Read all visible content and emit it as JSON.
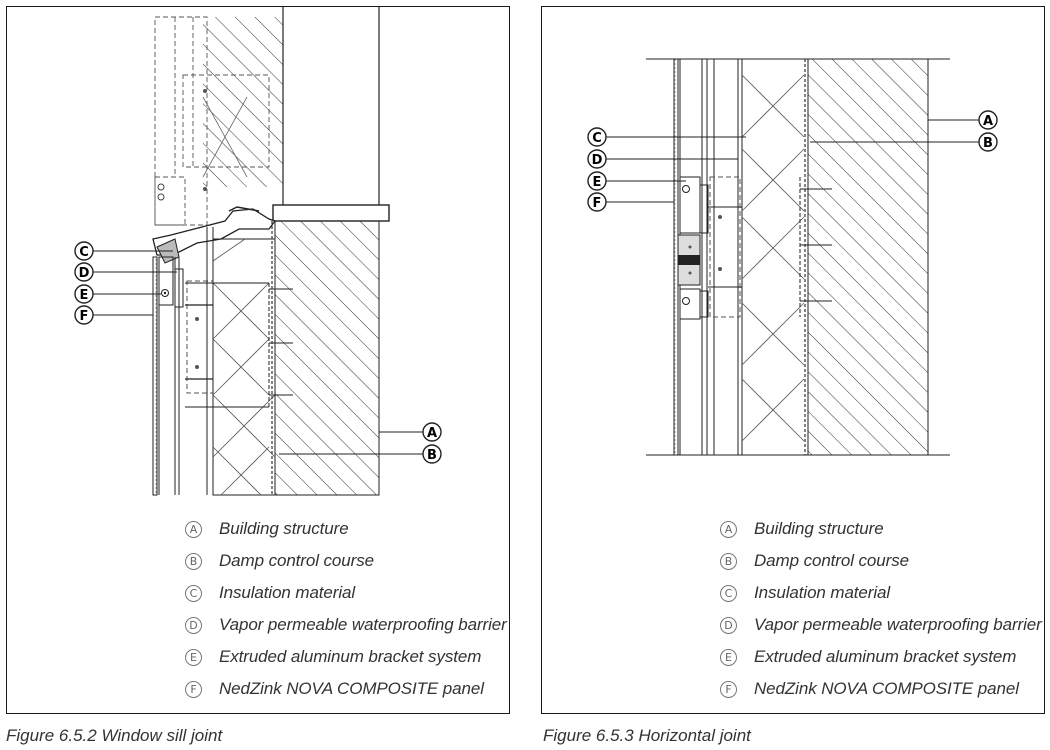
{
  "figures": [
    {
      "caption": "Figure 6.5.2 Window sill joint",
      "legend": [
        {
          "marker": "A",
          "label": "Building structure"
        },
        {
          "marker": "B",
          "label": "Damp control course"
        },
        {
          "marker": "C",
          "label": "Insulation material"
        },
        {
          "marker": "D",
          "label": "Vapor permeable waterproofing barrier"
        },
        {
          "marker": "E",
          "label": "Extruded aluminum bracket system"
        },
        {
          "marker": "F",
          "label": "NedZink NOVA COMPOSITE panel"
        }
      ],
      "callouts": [
        "C",
        "D",
        "E",
        "F",
        "A",
        "B"
      ]
    },
    {
      "caption": "Figure 6.5.3 Horizontal joint",
      "legend": [
        {
          "marker": "A",
          "label": "Building structure"
        },
        {
          "marker": "B",
          "label": "Damp control course"
        },
        {
          "marker": "C",
          "label": "Insulation material"
        },
        {
          "marker": "D",
          "label": "Vapor permeable waterproofing barrier"
        },
        {
          "marker": "E",
          "label": "Extruded aluminum bracket system"
        },
        {
          "marker": "F",
          "label": "NedZink NOVA COMPOSITE panel"
        }
      ],
      "callouts": [
        "C",
        "D",
        "E",
        "F",
        "A",
        "B"
      ]
    }
  ]
}
